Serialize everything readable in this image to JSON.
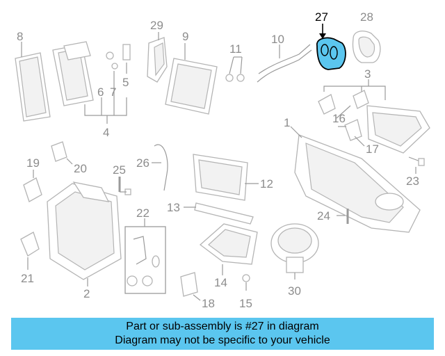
{
  "diagram": {
    "highlight_color": "#5bc6ef",
    "callouts": [
      "1",
      "2",
      "3",
      "4",
      "5",
      "6",
      "7",
      "8",
      "9",
      "10",
      "11",
      "12",
      "13",
      "14",
      "15",
      "16",
      "17",
      "18",
      "19",
      "20",
      "21",
      "22",
      "23",
      "24",
      "25",
      "26",
      "27",
      "28",
      "29",
      "30"
    ],
    "highlighted_part": "27"
  },
  "banner": {
    "line1": "Part or sub-assembly is #27 in diagram",
    "line2": "Diagram may not be specific to your vehicle",
    "background": "#5bc6ef"
  }
}
